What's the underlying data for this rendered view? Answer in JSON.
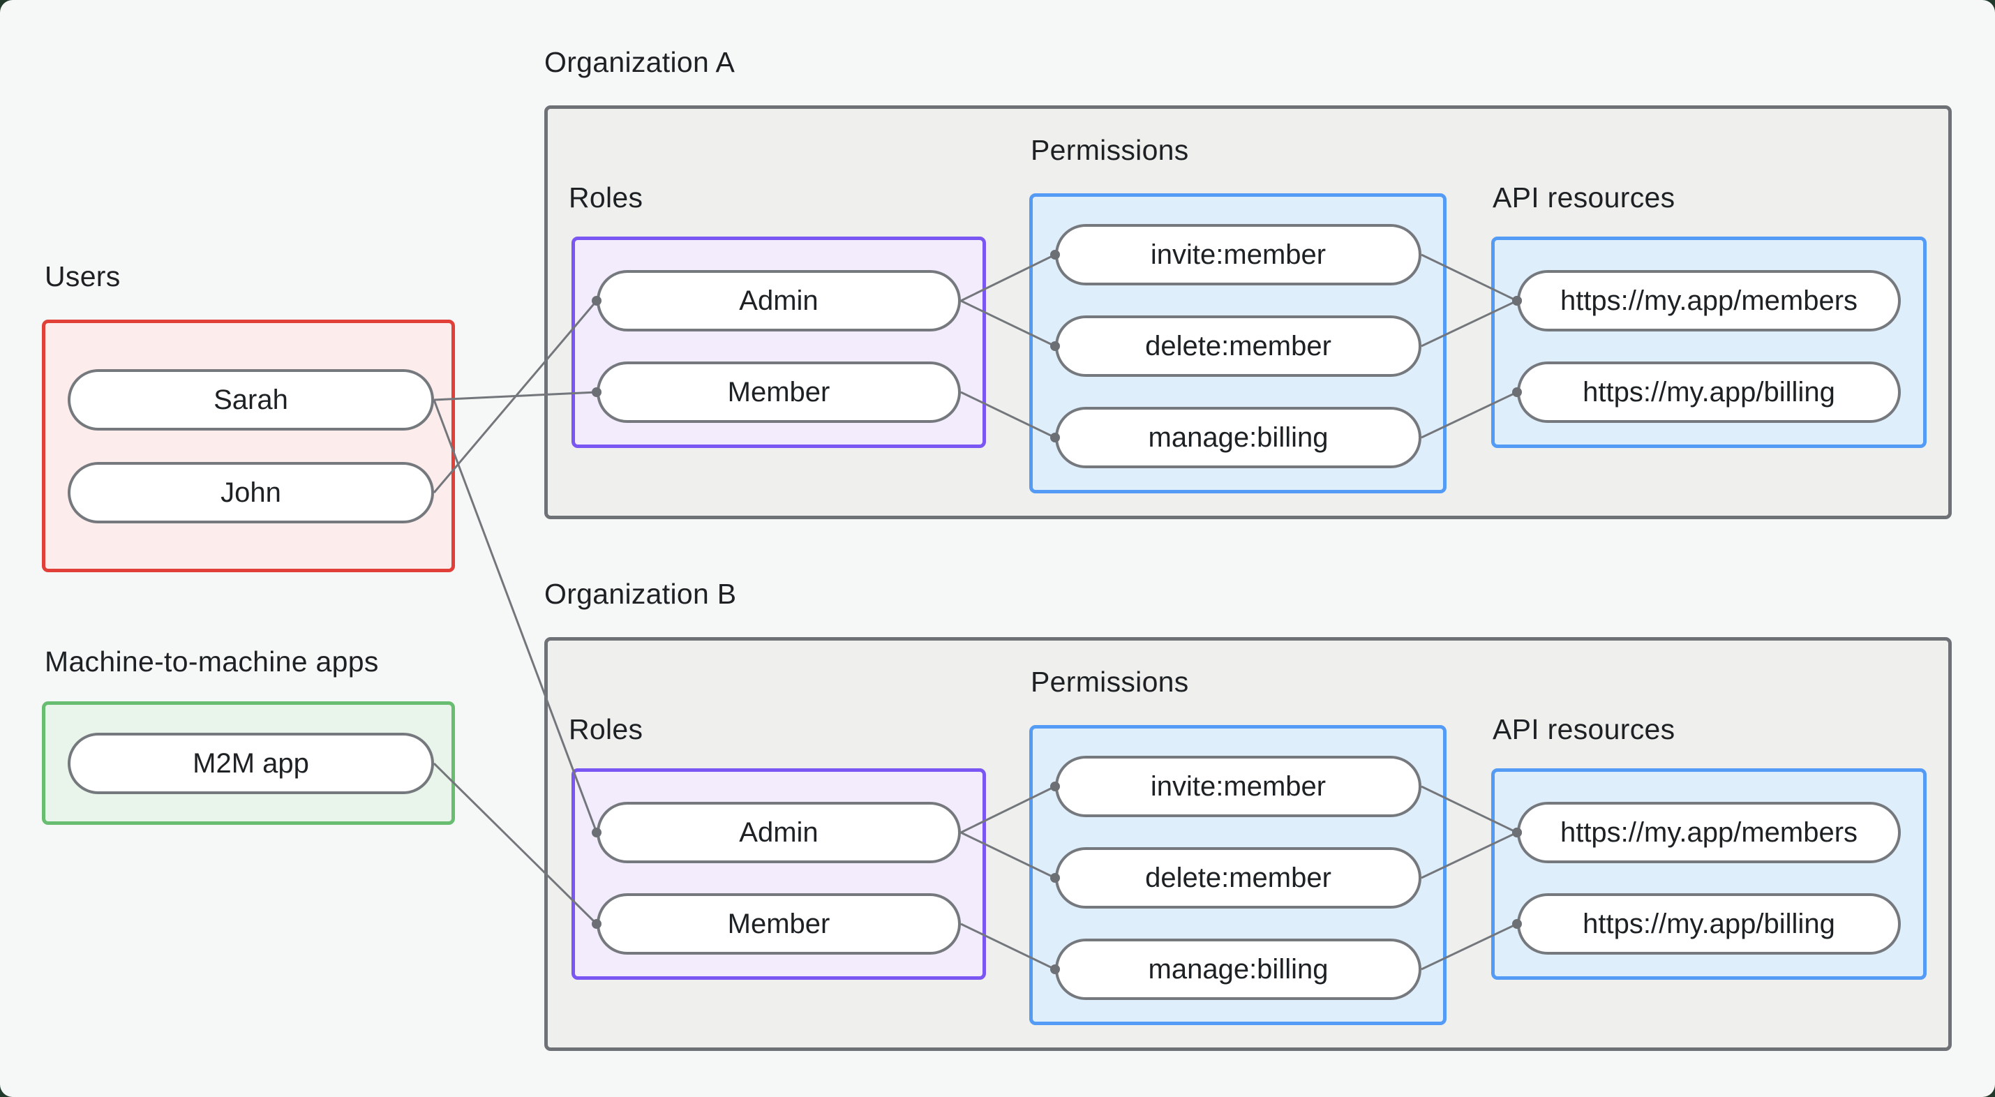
{
  "canvas": {
    "background": "#f6f7f7",
    "frame_backdrop_color": "#223a2c",
    "text_color": "#1e2124",
    "org_box_fill": "#efefee",
    "org_box_border": "#6e7276"
  },
  "groups": {
    "users": {
      "title": "Users",
      "accent": "#e04038",
      "fill": "#fdecec",
      "nodes": [
        {
          "id": "user-sarah",
          "label": "Sarah"
        },
        {
          "id": "user-john",
          "label": "John"
        }
      ]
    },
    "m2m": {
      "title": "Machine-to-machine apps",
      "accent": "#68bd70",
      "fill": "#e9f4ea",
      "nodes": [
        {
          "id": "m2m-app",
          "label": "M2M app"
        }
      ]
    },
    "org_a": {
      "title": "Organization A",
      "roles": {
        "title": "Roles",
        "accent": "#7a57f2",
        "fill": "#f2ecfd",
        "nodes": [
          {
            "id": "orga-admin",
            "label": "Admin"
          },
          {
            "id": "orga-member",
            "label": "Member"
          }
        ]
      },
      "permissions": {
        "title": "Permissions",
        "accent": "#549bf5",
        "fill": "#dfeefb",
        "nodes": [
          {
            "id": "orga-invite",
            "label": "invite:member"
          },
          {
            "id": "orga-delete",
            "label": "delete:member"
          },
          {
            "id": "orga-manage",
            "label": "manage:billing"
          }
        ]
      },
      "api": {
        "title": "API resources",
        "accent": "#549bf5",
        "fill": "#dfeefb",
        "nodes": [
          {
            "id": "orga-members",
            "label": "https://my.app/members"
          },
          {
            "id": "orga-billing",
            "label": "https://my.app/billing"
          }
        ]
      }
    },
    "org_b": {
      "title": "Organization B",
      "roles": {
        "title": "Roles",
        "accent": "#7a57f2",
        "fill": "#f2ecfd",
        "nodes": [
          {
            "id": "orgb-admin",
            "label": "Admin"
          },
          {
            "id": "orgb-member",
            "label": "Member"
          }
        ]
      },
      "permissions": {
        "title": "Permissions",
        "accent": "#549bf5",
        "fill": "#dfeefb",
        "nodes": [
          {
            "id": "orgb-invite",
            "label": "invite:member"
          },
          {
            "id": "orgb-delete",
            "label": "delete:member"
          },
          {
            "id": "orgb-manage",
            "label": "manage:billing"
          }
        ]
      },
      "api": {
        "title": "API resources",
        "accent": "#549bf5",
        "fill": "#dfeefb",
        "nodes": [
          {
            "id": "orgb-members",
            "label": "https://my.app/members"
          },
          {
            "id": "orgb-billing",
            "label": "https://my.app/billing"
          }
        ]
      }
    }
  },
  "edges": [
    {
      "from": "user-sarah",
      "to": "orga-member"
    },
    {
      "from": "user-john",
      "to": "orga-admin"
    },
    {
      "from": "user-sarah",
      "to": "orgb-admin"
    },
    {
      "from": "m2m-app",
      "to": "orgb-member"
    },
    {
      "from": "orga-admin",
      "to": "orga-invite"
    },
    {
      "from": "orga-admin",
      "to": "orga-delete"
    },
    {
      "from": "orga-member",
      "to": "orga-manage"
    },
    {
      "from": "orga-invite",
      "to": "orga-members"
    },
    {
      "from": "orga-delete",
      "to": "orga-members"
    },
    {
      "from": "orga-manage",
      "to": "orga-billing"
    },
    {
      "from": "orgb-admin",
      "to": "orgb-invite"
    },
    {
      "from": "orgb-admin",
      "to": "orgb-delete"
    },
    {
      "from": "orgb-member",
      "to": "orgb-manage"
    },
    {
      "from": "orgb-invite",
      "to": "orgb-members"
    },
    {
      "from": "orgb-delete",
      "to": "orgb-members"
    },
    {
      "from": "orgb-manage",
      "to": "orgb-billing"
    }
  ],
  "edge_style": {
    "color": "#73777b",
    "width": 3,
    "dot_radius": 7,
    "dot_color": "#6c7074"
  }
}
